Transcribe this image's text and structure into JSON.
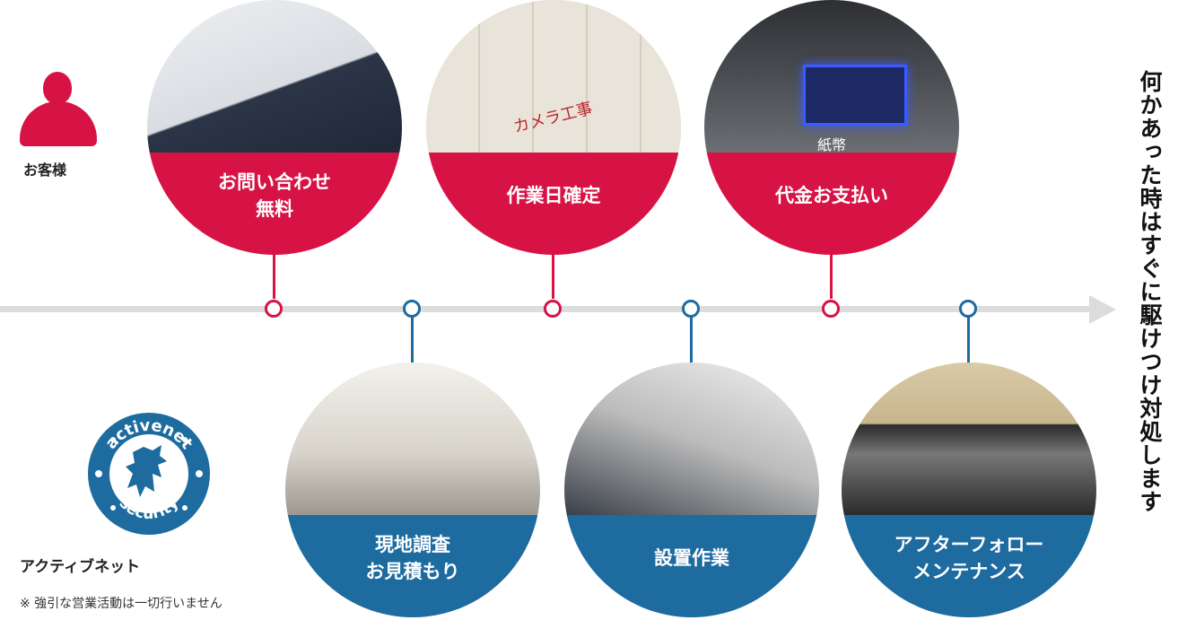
{
  "customer": {
    "label": "お客様",
    "icon": "person-icon",
    "color": "#d71345"
  },
  "company": {
    "label": "アクティブネット",
    "logo_text_top": "activenet",
    "logo_text_bottom": "security",
    "logo_color": "#1d6b9f"
  },
  "note": "※ 強引な営業活動は一切行いません",
  "right_message": "何かあった時はすぐに駆けつけ対処します",
  "customer_steps": [
    {
      "line1": "お問い合わせ",
      "line2": "無料",
      "photo": "woman-on-phone-photo"
    },
    {
      "line1": "作業日確定",
      "line2": "",
      "photo": "calendar-photo",
      "photo_text": "カメラ工事"
    },
    {
      "line1": "代金お支払い",
      "line2": "",
      "photo": "payment-machine-photo",
      "photo_text": "紙幣"
    }
  ],
  "company_steps": [
    {
      "line1": "現地調査",
      "line2": "お見積もり",
      "photo": "hallway-survey-photo"
    },
    {
      "line1": "設置作業",
      "line2": "",
      "photo": "camera-installation-photo"
    },
    {
      "line1": "アフターフォロー",
      "line2": "メンテナンス",
      "photo": "monitor-screens-photo"
    }
  ],
  "colors": {
    "customer": "#d71345",
    "company": "#1d6b9f",
    "timeline": "#dcdcdc"
  }
}
